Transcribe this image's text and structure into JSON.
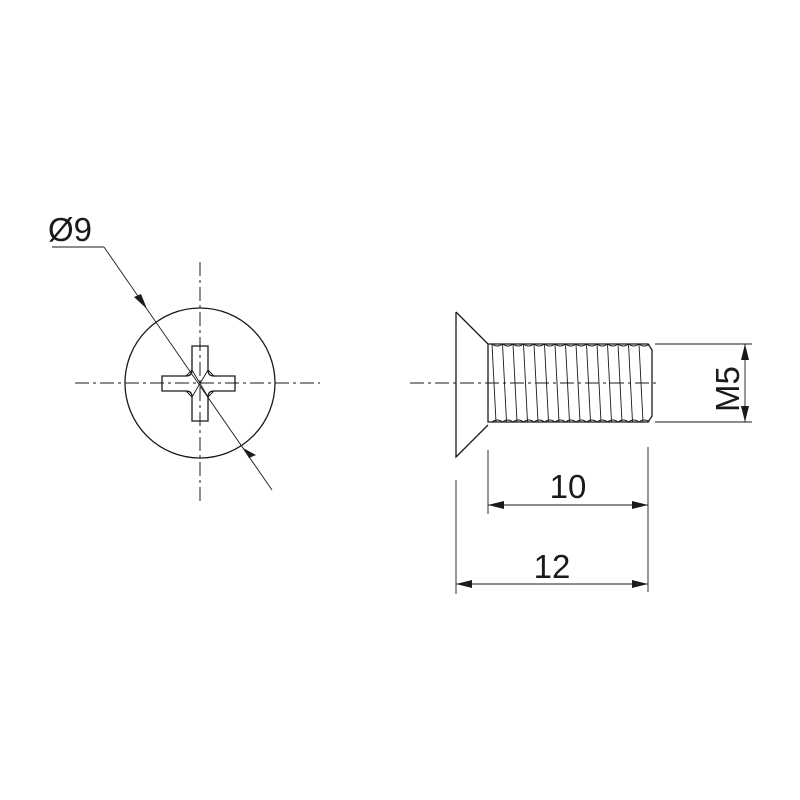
{
  "drawing": {
    "dimensions": {
      "head_diameter": "Ø9",
      "thread_length": "10",
      "total_length": "12",
      "thread_size": "M5"
    }
  }
}
